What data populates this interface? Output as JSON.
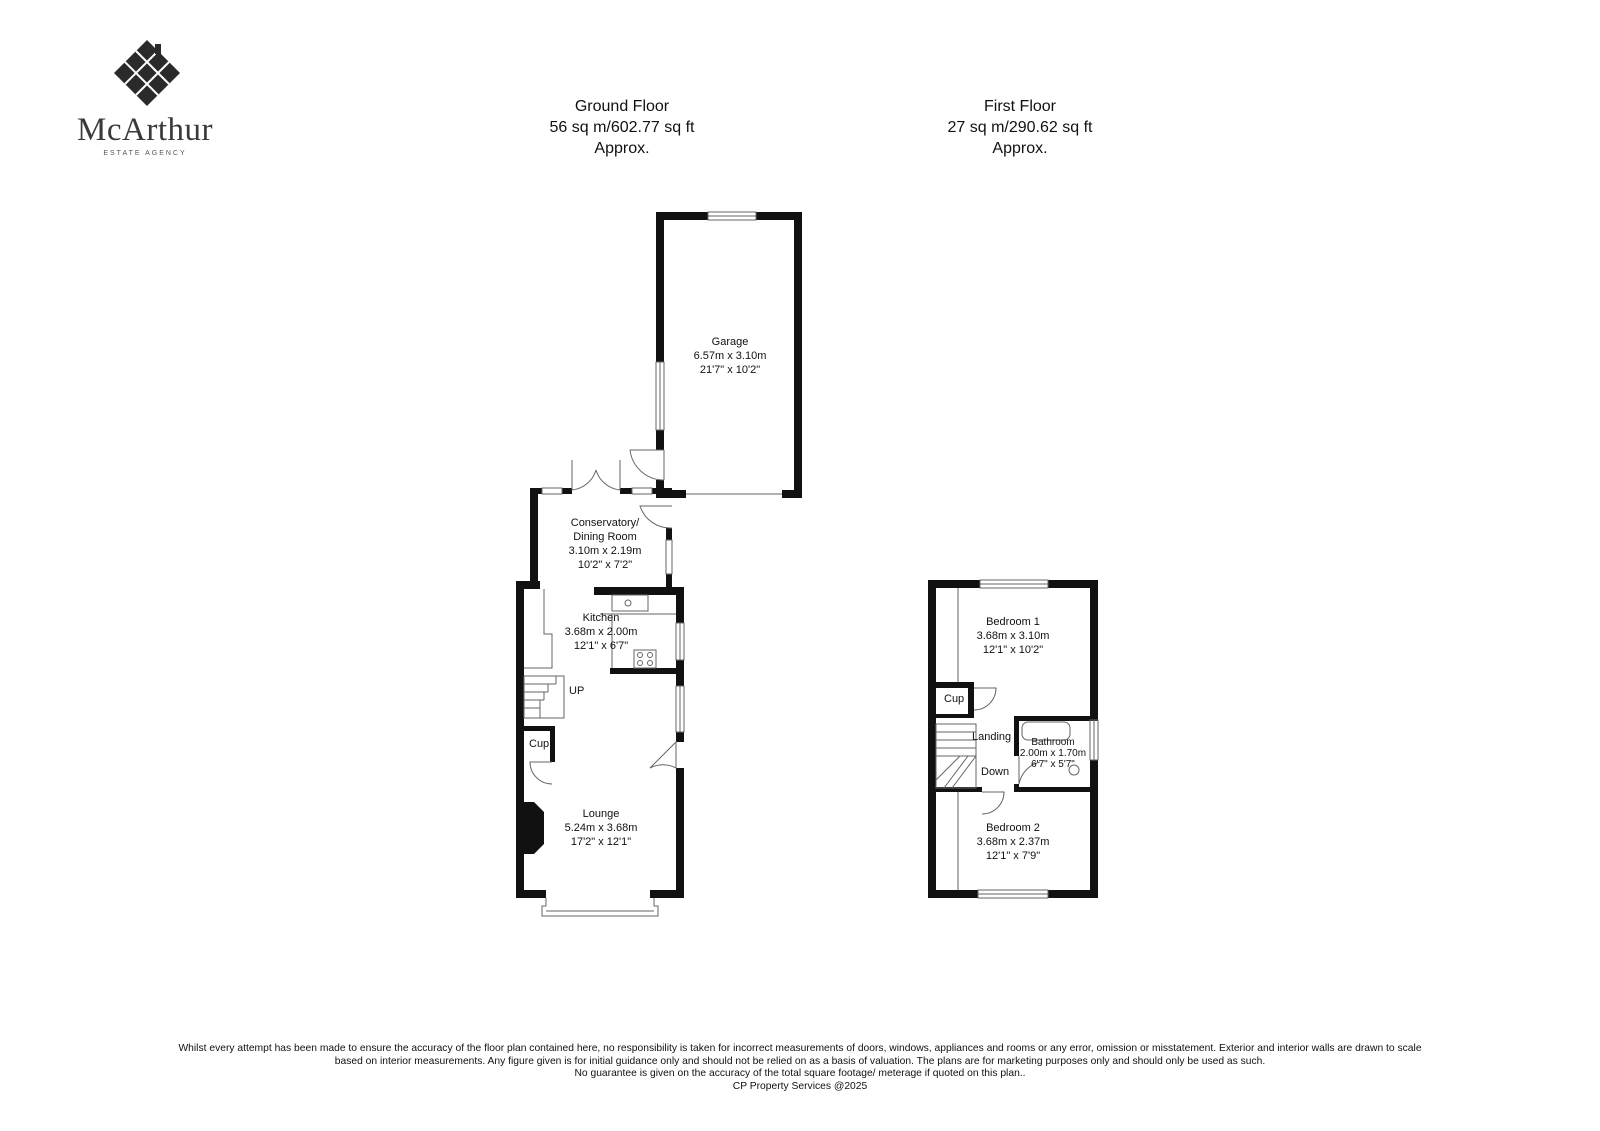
{
  "brand": {
    "name": "McArthur",
    "tagline": "ESTATE AGENCY"
  },
  "ground_floor": {
    "title": "Ground Floor",
    "area": "56 sq m/602.77 sq ft",
    "approx": "Approx.",
    "rooms": {
      "garage": {
        "name": "Garage",
        "metric": "6.57m x 3.10m",
        "imperial": "21'7\" x 10'2\""
      },
      "conservatory": {
        "name_line1": "Conservatory/",
        "name_line2": "Dining Room",
        "metric": "3.10m x 2.19m",
        "imperial": "10'2\" x 7'2\""
      },
      "kitchen": {
        "name": "Kitchen",
        "metric": "3.68m x 2.00m",
        "imperial": "12'1\" x 6'7\""
      },
      "lounge": {
        "name": "Lounge",
        "metric": "5.24m x 3.68m",
        "imperial": "17'2\" x 12'1\""
      },
      "up_label": "UP",
      "cup_label": "Cup"
    }
  },
  "first_floor": {
    "title": "First Floor",
    "area": "27 sq m/290.62 sq ft",
    "approx": "Approx.",
    "rooms": {
      "bedroom1": {
        "name": "Bedroom 1",
        "metric": "3.68m x 3.10m",
        "imperial": "12'1\" x 10'2\""
      },
      "bathroom": {
        "name": "Bathroom",
        "metric": "2.00m x 1.70m",
        "imperial": "6'7\" x 5'7\""
      },
      "bedroom2": {
        "name": "Bedroom 2",
        "metric": "3.68m x 2.37m",
        "imperial": "12'1\" x 7'9\""
      },
      "landing_label": "Landing",
      "down_label": "Down",
      "cup_label": "Cup"
    }
  },
  "disclaimer": {
    "line1": "Whilst every attempt has been made to ensure the accuracy of the floor plan contained here, no responsibility is taken for incorrect measurements of doors, windows, appliances and rooms or any error, omission or misstatement. Exterior and interior walls are drawn to scale",
    "line2": "based on interior measurements. Any figure given is for initial guidance only and should not be relied on as a basis of valuation. The plans are for marketing purposes only and should only be used as such.",
    "line3": "No guarantee is given on the accuracy of the total square footage/ meterage if quoted on this plan..",
    "line4": "CP Property Services @2025"
  }
}
